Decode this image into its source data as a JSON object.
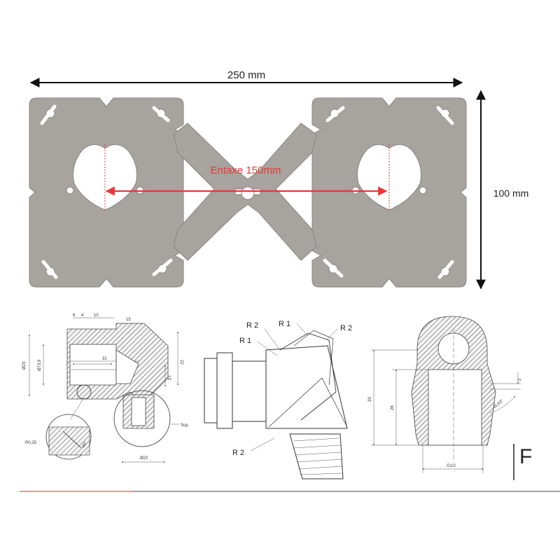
{
  "dimensions": {
    "width_label": "250 mm",
    "height_label": "100 mm",
    "center_distance_label": "Entaxe 150mm"
  },
  "radius_labels": {
    "r2_top_left": "R 2",
    "r1_top": "R 1",
    "r2_top_right": "R 2",
    "r1_left": "R 1",
    "r2_bottom": "R 2"
  },
  "section_a_labels": {
    "d23": "Ø23",
    "d73": "Ø73,9",
    "l31": "31",
    "l15": "15",
    "l6": "6",
    "l4": "4",
    "l10": "10",
    "l13": "13",
    "l22": "22",
    "r025": "R0,25",
    "a45": "45°",
    "sup": "Sup",
    "d22": "Ø22"
  },
  "section_c_labels": {
    "h33": "33",
    "h26": "26",
    "h2": "2",
    "a45": "45,63°",
    "g12": "G1/2"
  },
  "corner_glyph": "F",
  "colors": {
    "plate": "#a7a39e",
    "arrow_red": "#e53935",
    "line": "#333333",
    "bottom_rule_accent": "#e57373"
  }
}
